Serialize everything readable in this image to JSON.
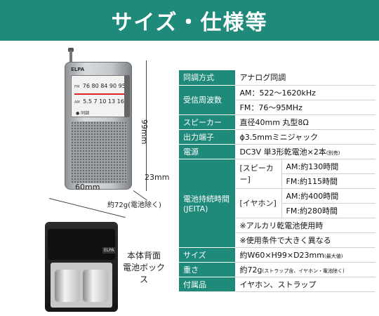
{
  "banner": {
    "title": "サイズ・仕様等"
  },
  "product": {
    "brand": "ELPA",
    "dial_fm": "76 80 84 90 95",
    "dial_fm_band": "FM",
    "dial_am": "5.5 7 10 13 16",
    "dial_am_band": "AM",
    "dial_indicator": "● 同調",
    "dim_height": "99mm",
    "dim_depth": "23mm",
    "dim_width": "60mm",
    "weight": "約72g(電池除く)",
    "back_tag": "ELPA",
    "back_label_line1": "本体背面",
    "back_label_line2": "電池ボックス"
  },
  "specs": {
    "tuning_key": "同調方式",
    "tuning_val": "アナログ同調",
    "freq_key": "受信周波数",
    "freq_am": "AM：522〜1620kHz",
    "freq_fm": "FM：76〜95MHz",
    "speaker_key": "スピーカー",
    "speaker_val": "直径40mm 丸型8Ω",
    "output_key": "出力端子",
    "output_val": "ϕ3.5mmミニジャック",
    "power_key": "電源",
    "power_val": "DC3V 単3形乾電池×2本",
    "power_note": "(別売)",
    "battery_key_line1": "電池持続時間",
    "battery_key_line2": "(JEITA)",
    "battery_speaker": "[スピーカー]",
    "battery_speaker_am": "AM:約130時間",
    "battery_speaker_fm": "FM:約115時間",
    "battery_earphone": "[イヤホン]",
    "battery_earphone_am": "AM:約400時間",
    "battery_earphone_fm": "FM:約280時間",
    "battery_note1": "※アルカリ乾電池使用時",
    "battery_note2": "※使用条件で大きく異なる",
    "size_key": "サイズ",
    "size_val": "約W60×H99×D23mm",
    "size_note": "(最大値)",
    "weight_key": "重さ",
    "weight_val": "約72g",
    "weight_note": "(ストラップ含、イヤホン・電池除く)",
    "accessory_key": "付属品",
    "accessory_val": "イヤホン、ストラップ"
  },
  "colors": {
    "accent": "#1f8a79"
  }
}
